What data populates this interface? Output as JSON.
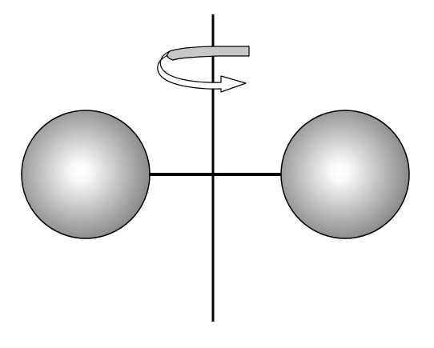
{
  "diagram": {
    "kind": "rotating-dumbbell",
    "elements": [
      "rotation-axis",
      "connecting-rod",
      "left-sphere",
      "right-sphere",
      "rotation-arrow"
    ]
  },
  "colors": {
    "background": "#ffffff",
    "stroke": "#000000",
    "sphere_highlight": "#ffffff",
    "sphere_shadow": "#808080",
    "arrow_back_fill": "#c8c8c8",
    "arrow_front_fill": "#ffffff"
  },
  "icons": {
    "rotation_arrow": "curved-rotation-arrow-icon"
  }
}
